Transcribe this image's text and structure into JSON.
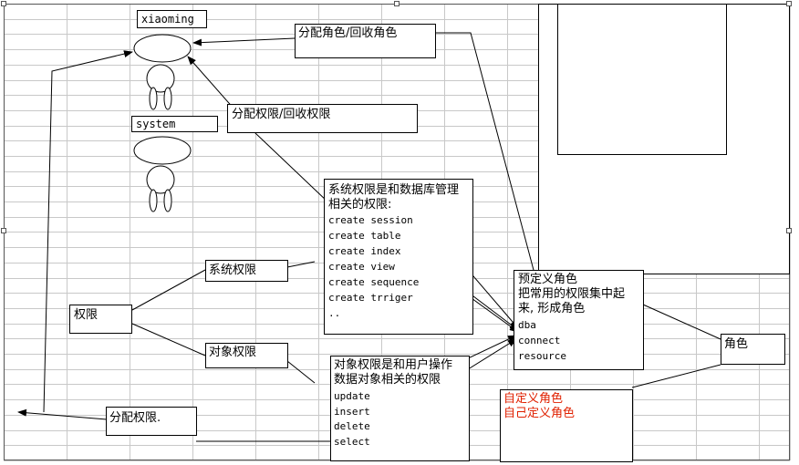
{
  "users": {
    "xiaoming": "xiaoming",
    "system": "system"
  },
  "labels": {
    "assign_role": "分配角色/回收角色",
    "assign_priv": "分配权限/回收权限",
    "assign_priv2": "分配权限.",
    "privilege": "权限",
    "system_priv": "系统权限",
    "object_priv": "对象权限",
    "role": "角色"
  },
  "system_priv_box": {
    "title_lines": [
      "系统权限是和数据库管理",
      "相关的权限:"
    ],
    "items": [
      "create session",
      "create table",
      "create index",
      "create view",
      "create sequence",
      "create trriger",
      ".."
    ]
  },
  "object_priv_box": {
    "title_lines": [
      "对象权限是和用户操作",
      "数据对象相关的权限"
    ],
    "items": [
      "update",
      "insert",
      "delete",
      "select"
    ]
  },
  "predefined_role_box": {
    "title_lines": [
      "预定义角色",
      "把常用的权限集中起",
      "来, 形成角色"
    ],
    "items": [
      "dba",
      "connect",
      "resource"
    ]
  },
  "custom_role_box": {
    "lines": [
      "自定义角色",
      "自己定义角色"
    ],
    "color": "#e02000"
  },
  "colors": {
    "grid": "#c8c8c8",
    "line": "#000000"
  }
}
